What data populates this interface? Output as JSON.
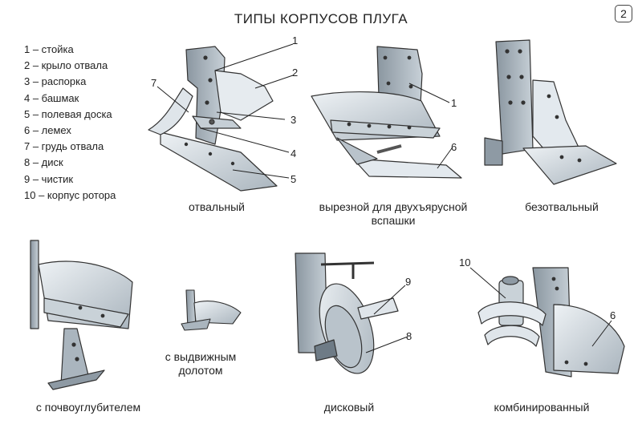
{
  "title": "ТИПЫ КОРПУСОВ ПЛУГА",
  "page_number": "2",
  "legend": [
    "1 – стойка",
    "2 – крыло отвала",
    "3 – распорка",
    "4 – башмак",
    "5 – полевая доска",
    "6 – лемех",
    "7 – грудь отвала",
    "8 – диск",
    "9 – чистик",
    "10 – корпус ротора"
  ],
  "captions": {
    "moldboard": "отвальный",
    "cutout_line1": "вырезной для двухъярусной",
    "cutout_line2": "вспашки",
    "moldboardless": "безотвальный",
    "subsoiler": "с почвоуглубителем",
    "chisel_line1": "с выдвижным",
    "chisel_line2": "долотом",
    "disc": "дисковый",
    "combined": "комбинированный"
  },
  "callouts": {
    "a1": "1",
    "a2": "2",
    "a3": "3",
    "a4": "4",
    "a5": "5",
    "a7": "7",
    "b1": "1",
    "b6": "6",
    "c9": "9",
    "c8": "8",
    "d10": "10",
    "d6": "6"
  },
  "colors": {
    "metal_light": "#dde3e8",
    "metal_mid": "#b9c3cb",
    "metal_dark": "#6e7b86",
    "outline": "#333333"
  }
}
